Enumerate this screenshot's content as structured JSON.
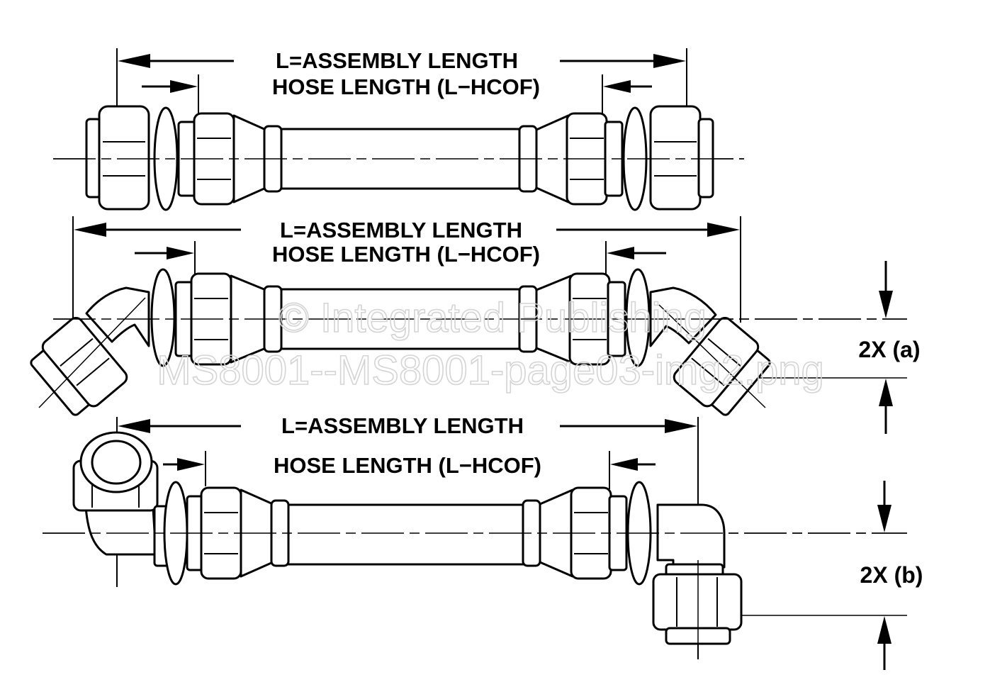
{
  "diagram": {
    "assemblies": [
      {
        "assembly_length_label": "L=ASSEMBLY LENGTH",
        "hose_length_label": "HOSE LENGTH (L−HCOF)",
        "side_label": ""
      },
      {
        "assembly_length_label": "L=ASSEMBLY LENGTH",
        "hose_length_label": "HOSE LENGTH (L−HCOF)",
        "side_label": "2X (a)"
      },
      {
        "assembly_length_label": "L=ASSEMBLY LENGTH",
        "hose_length_label": "HOSE LENGTH (L−HCOF)",
        "side_label": "2X (b)"
      }
    ],
    "watermark": {
      "line1": "© Integrated Publishing",
      "line2": "MS8001--MS8001-page03-img2.png"
    }
  }
}
